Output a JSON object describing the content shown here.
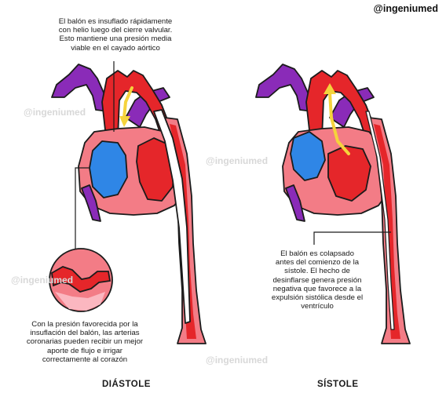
{
  "brand": "@ingeniumed",
  "watermark": "@ingeniumed",
  "notes": {
    "top": "El balón es insuflado rápidamente\ncon helio luego del cierre valvular.\nEsto mantiene una presión media\nviable en el cayado aórtico",
    "bottom_left": "Con la presión favorecida por la\ninsuflación del balón, las arterias\ncoronarias pueden recibir un mejor\naporte de flujo e irrigar\ncorrectamente al corazón",
    "right": "El balón es colapsado\nantes del comienzo de la\nsístole. El hecho de\ndesinflarse genera presión\nnegativa que favorece a la\nexpulsión sistólica desde el\nventrículo"
  },
  "labels": {
    "diastole": "DIÁSTOLE",
    "systole": "SÍSTOLE"
  },
  "colors": {
    "purple": "#8a2bb8",
    "red": "#e5262a",
    "pink": "#f37c86",
    "blue": "#2f86e6",
    "dark_blue": "#1e5fc9",
    "yellow": "#f5d33c",
    "outline": "#1b1b1b"
  }
}
